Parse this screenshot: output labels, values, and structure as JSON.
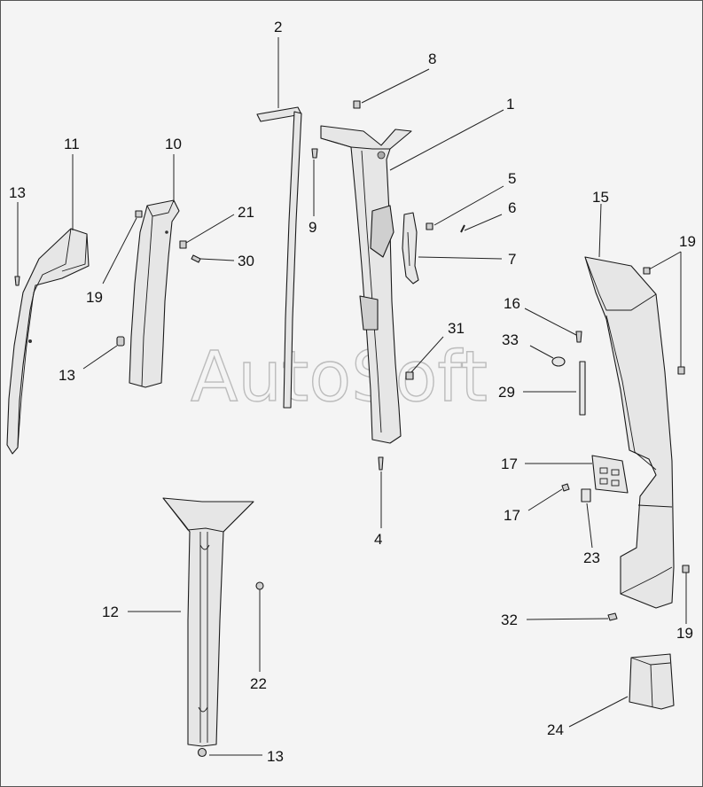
{
  "watermark": {
    "text": "AutoSoft"
  },
  "colors": {
    "background": "#f4f4f4",
    "part_fill": "#e6e6e6",
    "line": "#1a1a1a"
  },
  "callouts": [
    {
      "id": "c1",
      "label": "1"
    },
    {
      "id": "c2",
      "label": "2"
    },
    {
      "id": "c4",
      "label": "4"
    },
    {
      "id": "c5",
      "label": "5"
    },
    {
      "id": "c6",
      "label": "6"
    },
    {
      "id": "c7",
      "label": "7"
    },
    {
      "id": "c8",
      "label": "8"
    },
    {
      "id": "c9",
      "label": "9"
    },
    {
      "id": "c10",
      "label": "10"
    },
    {
      "id": "c11",
      "label": "11"
    },
    {
      "id": "c12",
      "label": "12"
    },
    {
      "id": "c13a",
      "label": "13"
    },
    {
      "id": "c13b",
      "label": "13"
    },
    {
      "id": "c13c",
      "label": "13"
    },
    {
      "id": "c15",
      "label": "15"
    },
    {
      "id": "c16",
      "label": "16"
    },
    {
      "id": "c17a",
      "label": "17"
    },
    {
      "id": "c17b",
      "label": "17"
    },
    {
      "id": "c19a",
      "label": "19"
    },
    {
      "id": "c19b",
      "label": "19"
    },
    {
      "id": "c19c",
      "label": "19"
    },
    {
      "id": "c21",
      "label": "21"
    },
    {
      "id": "c22",
      "label": "22"
    },
    {
      "id": "c23",
      "label": "23"
    },
    {
      "id": "c24",
      "label": "24"
    },
    {
      "id": "c29",
      "label": "29"
    },
    {
      "id": "c30",
      "label": "30"
    },
    {
      "id": "c31",
      "label": "31"
    },
    {
      "id": "c32",
      "label": "32"
    },
    {
      "id": "c33",
      "label": "33"
    }
  ]
}
